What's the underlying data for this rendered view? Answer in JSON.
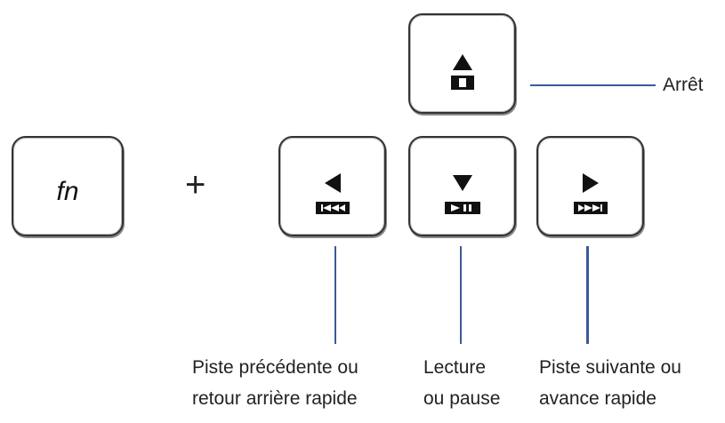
{
  "keys": {
    "fn": "fn",
    "plus": "+"
  },
  "labels": {
    "stop": "Arrêt",
    "prev_line1": "Piste précédente ou",
    "prev_line2": "retour arrière rapide",
    "play_line1": "Lecture",
    "play_line2": "ou pause",
    "next_line1": "Piste suivante ou",
    "next_line2": "avance rapide"
  },
  "colors": {
    "leader_line": "#3a5a9a"
  }
}
